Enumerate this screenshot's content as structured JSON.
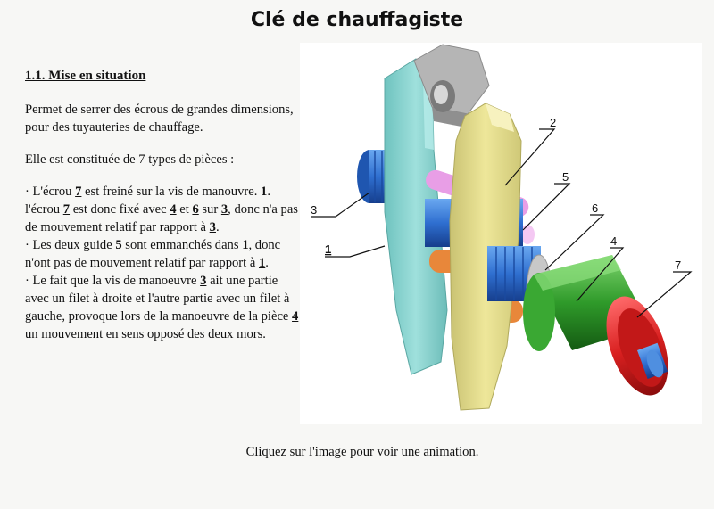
{
  "page": {
    "title": "Clé de chauffagiste",
    "section_heading": "1.1. Mise en situation",
    "intro": "Permet de serrer des écrous de grandes dimensions, pour des tuyauteries de chauffage.",
    "pieces_text": "Elle est constituée de 7 types de pièces :",
    "bullets": {
      "b1_a": "· L'écrou ",
      "n7a": "7",
      "b1_b": " est freiné sur la vis de manouvre. ",
      "n1a": "1",
      "b1_c": ". l'écrou ",
      "n7b": "7",
      "b1_d": " est donc fixé avec ",
      "n4a": "4",
      "b1_e": " et ",
      "n6a": "6",
      "b1_f": " sur ",
      "n3a": "3",
      "b1_g": ", donc n'a pas de mouvement relatif par rapport à ",
      "n3b": "3",
      "b1_h": ".",
      "b2_a": "· Les deux guide ",
      "n5a": "5",
      "b2_b": " sont emmanchés dans ",
      "n1b": "1",
      "b2_c": ", donc n'ont pas de mouvement relatif par rapport à ",
      "n1c": "1",
      "b2_d": ".",
      "b3_a": "· Le fait que la vis de manoeuvre ",
      "n3c": "3",
      "b3_b": " ait une partie avec un filet à droite et l'autre partie avec un filet à gauche, provoque lors de la manoeuvre de la pièce ",
      "n4b": "4",
      "b3_c": " un mouvement en sens opposé des deux mors."
    },
    "caption": "Cliquez sur l'image pour voir une animation."
  },
  "figure": {
    "labels": {
      "l1": "1",
      "l2": "2",
      "l3": "3",
      "l4": "4",
      "l5": "5",
      "l6": "6",
      "l7": "7"
    },
    "colors": {
      "jaw_fixed": "#8fd6d2",
      "jaw_moving": "#e6e08e",
      "nut_grey": "#b5b5b5",
      "screw_blue": "#2f6fd0",
      "guide_pink": "#e89ee6",
      "guide_orange": "#e8873a",
      "sleeve_green": "#2f9a2a",
      "nut_red": "#d92020",
      "washer_grey": "#c8c8c8"
    }
  }
}
